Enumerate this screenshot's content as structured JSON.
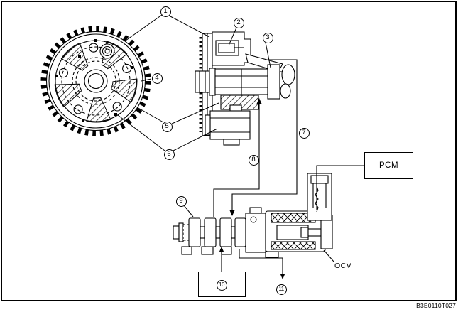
{
  "colors": {
    "line": "#000000",
    "background": "#ffffff"
  },
  "labels": {
    "pcm": "PCM",
    "ocv": "OCV",
    "figure_code": "B3E0110T027"
  },
  "callouts": {
    "c1": "1",
    "c2": "2",
    "c3": "3",
    "c4": "4",
    "c5": "5",
    "c6": "6",
    "c7": "7",
    "c8": "8",
    "c9": "9",
    "c10": "10",
    "c11": "11"
  }
}
